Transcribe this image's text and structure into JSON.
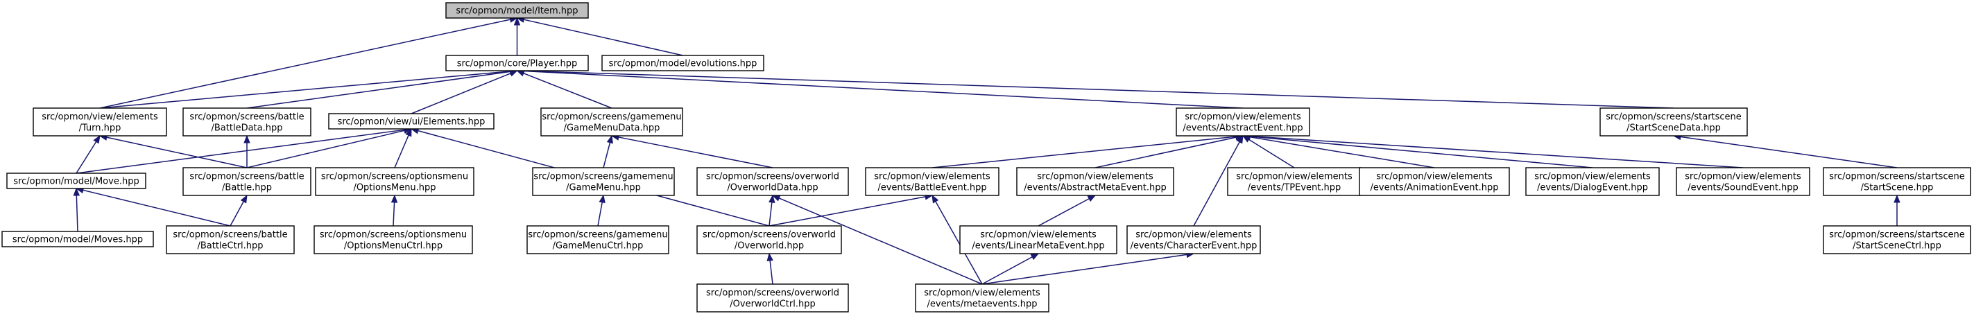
{
  "graph": {
    "nodes": [
      {
        "id": "item",
        "lines": [
          "src/opmon/model/Item.hpp"
        ],
        "root": true
      },
      {
        "id": "player",
        "lines": [
          "src/opmon/core/Player.hpp"
        ]
      },
      {
        "id": "evolutions",
        "lines": [
          "src/opmon/model/evolutions.hpp"
        ]
      },
      {
        "id": "turn",
        "lines": [
          "src/opmon/view/elements",
          "/Turn.hpp"
        ]
      },
      {
        "id": "battledata",
        "lines": [
          "src/opmon/screens/battle",
          "/BattleData.hpp"
        ]
      },
      {
        "id": "elements",
        "lines": [
          "src/opmon/view/ui/Elements.hpp"
        ]
      },
      {
        "id": "gamemenudata",
        "lines": [
          "src/opmon/screens/gamemenu",
          "/GameMenuData.hpp"
        ]
      },
      {
        "id": "abstractevent",
        "lines": [
          "src/opmon/view/elements",
          "/events/AbstractEvent.hpp"
        ]
      },
      {
        "id": "startscenedata",
        "lines": [
          "src/opmon/screens/startscene",
          "/StartSceneData.hpp"
        ]
      },
      {
        "id": "move",
        "lines": [
          "src/opmon/model/Move.hpp"
        ]
      },
      {
        "id": "battle",
        "lines": [
          "src/opmon/screens/battle",
          "/Battle.hpp"
        ]
      },
      {
        "id": "optionsmenu",
        "lines": [
          "src/opmon/screens/optionsmenu",
          "/OptionsMenu.hpp"
        ]
      },
      {
        "id": "gamemenu",
        "lines": [
          "src/opmon/screens/gamemenu",
          "/GameMenu.hpp"
        ]
      },
      {
        "id": "overworlddata",
        "lines": [
          "src/opmon/screens/overworld",
          "/OverworldData.hpp"
        ]
      },
      {
        "id": "battleevent",
        "lines": [
          "src/opmon/view/elements",
          "/events/BattleEvent.hpp"
        ]
      },
      {
        "id": "abstractmetaevent",
        "lines": [
          "src/opmon/view/elements",
          "/events/AbstractMetaEvent.hpp"
        ]
      },
      {
        "id": "tpevent",
        "lines": [
          "src/opmon/view/elements",
          "/events/TPEvent.hpp"
        ]
      },
      {
        "id": "animationevent",
        "lines": [
          "src/opmon/view/elements",
          "/events/AnimationEvent.hpp"
        ]
      },
      {
        "id": "dialogevent",
        "lines": [
          "src/opmon/view/elements",
          "/events/DialogEvent.hpp"
        ]
      },
      {
        "id": "soundevent",
        "lines": [
          "src/opmon/view/elements",
          "/events/SoundEvent.hpp"
        ]
      },
      {
        "id": "startscene",
        "lines": [
          "src/opmon/screens/startscene",
          "/StartScene.hpp"
        ]
      },
      {
        "id": "moves",
        "lines": [
          "src/opmon/model/Moves.hpp"
        ]
      },
      {
        "id": "battlectrl",
        "lines": [
          "src/opmon/screens/battle",
          "/BattleCtrl.hpp"
        ]
      },
      {
        "id": "optionsmenuctrl",
        "lines": [
          "src/opmon/screens/optionsmenu",
          "/OptionsMenuCtrl.hpp"
        ]
      },
      {
        "id": "gamemenuctrl",
        "lines": [
          "src/opmon/screens/gamemenu",
          "/GameMenuCtrl.hpp"
        ]
      },
      {
        "id": "overworld",
        "lines": [
          "src/opmon/screens/overworld",
          "/Overworld.hpp"
        ]
      },
      {
        "id": "linearmetaevent",
        "lines": [
          "src/opmon/view/elements",
          "/events/LinearMetaEvent.hpp"
        ]
      },
      {
        "id": "characterevent",
        "lines": [
          "src/opmon/view/elements",
          "/events/CharacterEvent.hpp"
        ]
      },
      {
        "id": "startscenectrl",
        "lines": [
          "src/opmon/screens/startscene",
          "/StartSceneCtrl.hpp"
        ]
      },
      {
        "id": "overworldctrl",
        "lines": [
          "src/opmon/screens/overworld",
          "/OverworldCtrl.hpp"
        ]
      },
      {
        "id": "metaevents",
        "lines": [
          "src/opmon/view/elements",
          "/events/metaevents.hpp"
        ]
      }
    ],
    "edges": [
      [
        "item",
        "player"
      ],
      [
        "item",
        "evolutions"
      ],
      [
        "item",
        "turn"
      ],
      [
        "player",
        "turn"
      ],
      [
        "player",
        "battledata"
      ],
      [
        "player",
        "elements"
      ],
      [
        "player",
        "gamemenudata"
      ],
      [
        "player",
        "abstractevent"
      ],
      [
        "player",
        "startscenedata"
      ],
      [
        "turn",
        "move"
      ],
      [
        "turn",
        "battle"
      ],
      [
        "battledata",
        "battle"
      ],
      [
        "elements",
        "move"
      ],
      [
        "elements",
        "battle"
      ],
      [
        "elements",
        "optionsmenu"
      ],
      [
        "elements",
        "overworld"
      ],
      [
        "gamemenudata",
        "gamemenu"
      ],
      [
        "gamemenudata",
        "overworlddata"
      ],
      [
        "abstractevent",
        "battleevent"
      ],
      [
        "abstractevent",
        "abstractmetaevent"
      ],
      [
        "abstractevent",
        "characterevent"
      ],
      [
        "abstractevent",
        "tpevent"
      ],
      [
        "abstractevent",
        "animationevent"
      ],
      [
        "abstractevent",
        "dialogevent"
      ],
      [
        "abstractevent",
        "soundevent"
      ],
      [
        "startscenedata",
        "startscene"
      ],
      [
        "move",
        "moves"
      ],
      [
        "move",
        "battlectrl"
      ],
      [
        "battle",
        "battlectrl"
      ],
      [
        "optionsmenu",
        "optionsmenuctrl"
      ],
      [
        "gamemenu",
        "gamemenuctrl"
      ],
      [
        "overworlddata",
        "overworld"
      ],
      [
        "overworlddata",
        "metaevents"
      ],
      [
        "battleevent",
        "overworld"
      ],
      [
        "battleevent",
        "metaevents"
      ],
      [
        "abstractmetaevent",
        "linearmetaevent"
      ],
      [
        "linearmetaevent",
        "metaevents"
      ],
      [
        "characterevent",
        "metaevents"
      ],
      [
        "startscene",
        "startscenectrl"
      ],
      [
        "overworld",
        "overworldctrl"
      ]
    ]
  }
}
